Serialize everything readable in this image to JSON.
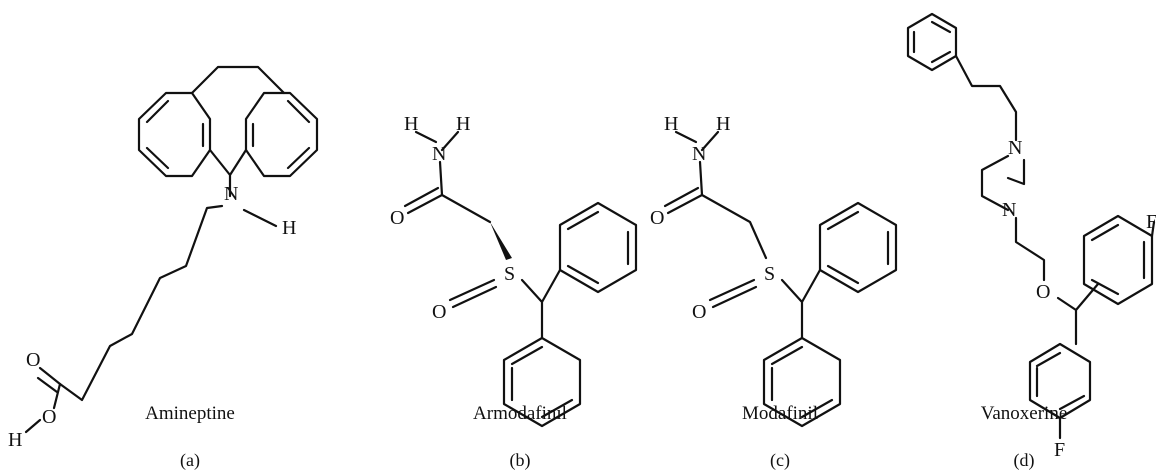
{
  "panels": [
    {
      "id": "a",
      "compound": "Amineptine",
      "label": "(a)"
    },
    {
      "id": "b",
      "compound": "Armodafinil",
      "label": "(b)"
    },
    {
      "id": "c",
      "compound": "Modafinil",
      "label": "(c)"
    },
    {
      "id": "d",
      "compound": "Vanoxerine",
      "label": "(d)"
    }
  ],
  "atoms": {
    "N": "N",
    "H": "H",
    "O": "O",
    "S": "S",
    "F": "F"
  }
}
